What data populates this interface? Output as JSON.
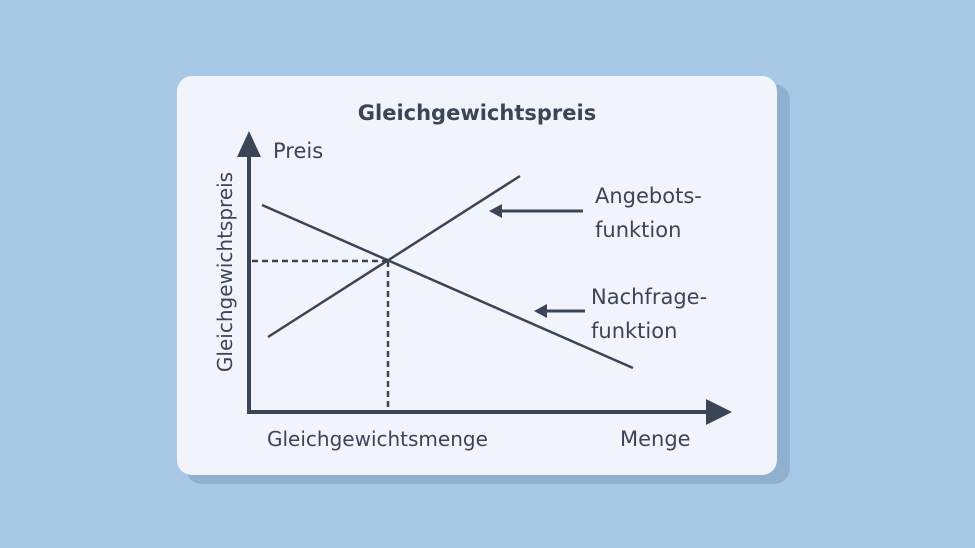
{
  "title": "Gleichgewichtspreis",
  "y_axis_label": "Preis",
  "x_axis_label": "Menge",
  "equilibrium_price_label": "Gleichgewichtspreis",
  "equilibrium_quantity_label": "Gleichgewichtsmenge",
  "supply_label": [
    "Angebots-",
    "funktion"
  ],
  "demand_label": [
    "Nachfrage-",
    "funktion"
  ],
  "colors": {
    "background": "#a7c9e6",
    "card": "#f1f4fa",
    "ink": "#3b4558"
  }
}
